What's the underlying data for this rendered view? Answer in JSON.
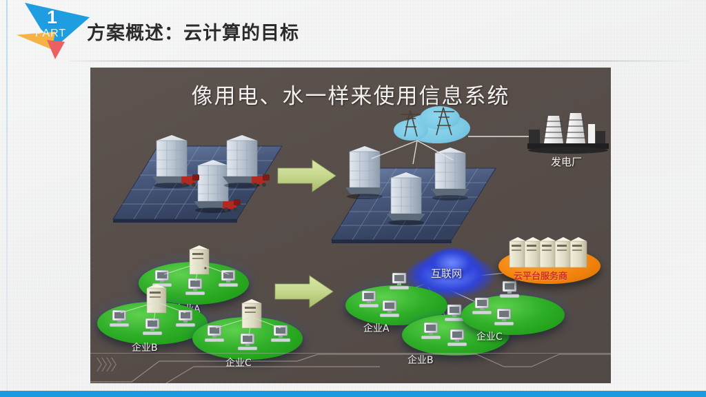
{
  "slide": {
    "part_number": "1",
    "part_word": "PART",
    "title": "方案概述：云计算的目标",
    "accent_blue": "#1e9ee0",
    "accent_orange": "#f6b342",
    "accent_red": "#ec6063",
    "panel_bg": "#574e4a"
  },
  "figure": {
    "title": "像用电、水一样来使用信息系统",
    "arrow_color": "#c3d48a",
    "top_scene": {
      "left_label": "",
      "cloud_label": "",
      "power_plant_label": "发电厂"
    },
    "bottom_scene": {
      "left_groups": [
        {
          "label": "企业A"
        },
        {
          "label": "企业B"
        },
        {
          "label": "企业C"
        }
      ],
      "right_groups": [
        {
          "label": "企业A"
        },
        {
          "label": "企业B"
        },
        {
          "label": "企业C"
        }
      ],
      "internet_label": "互联网",
      "cloud_provider_label": "云平台服务商"
    },
    "footer_chevrons": "〉〉〉〉"
  }
}
